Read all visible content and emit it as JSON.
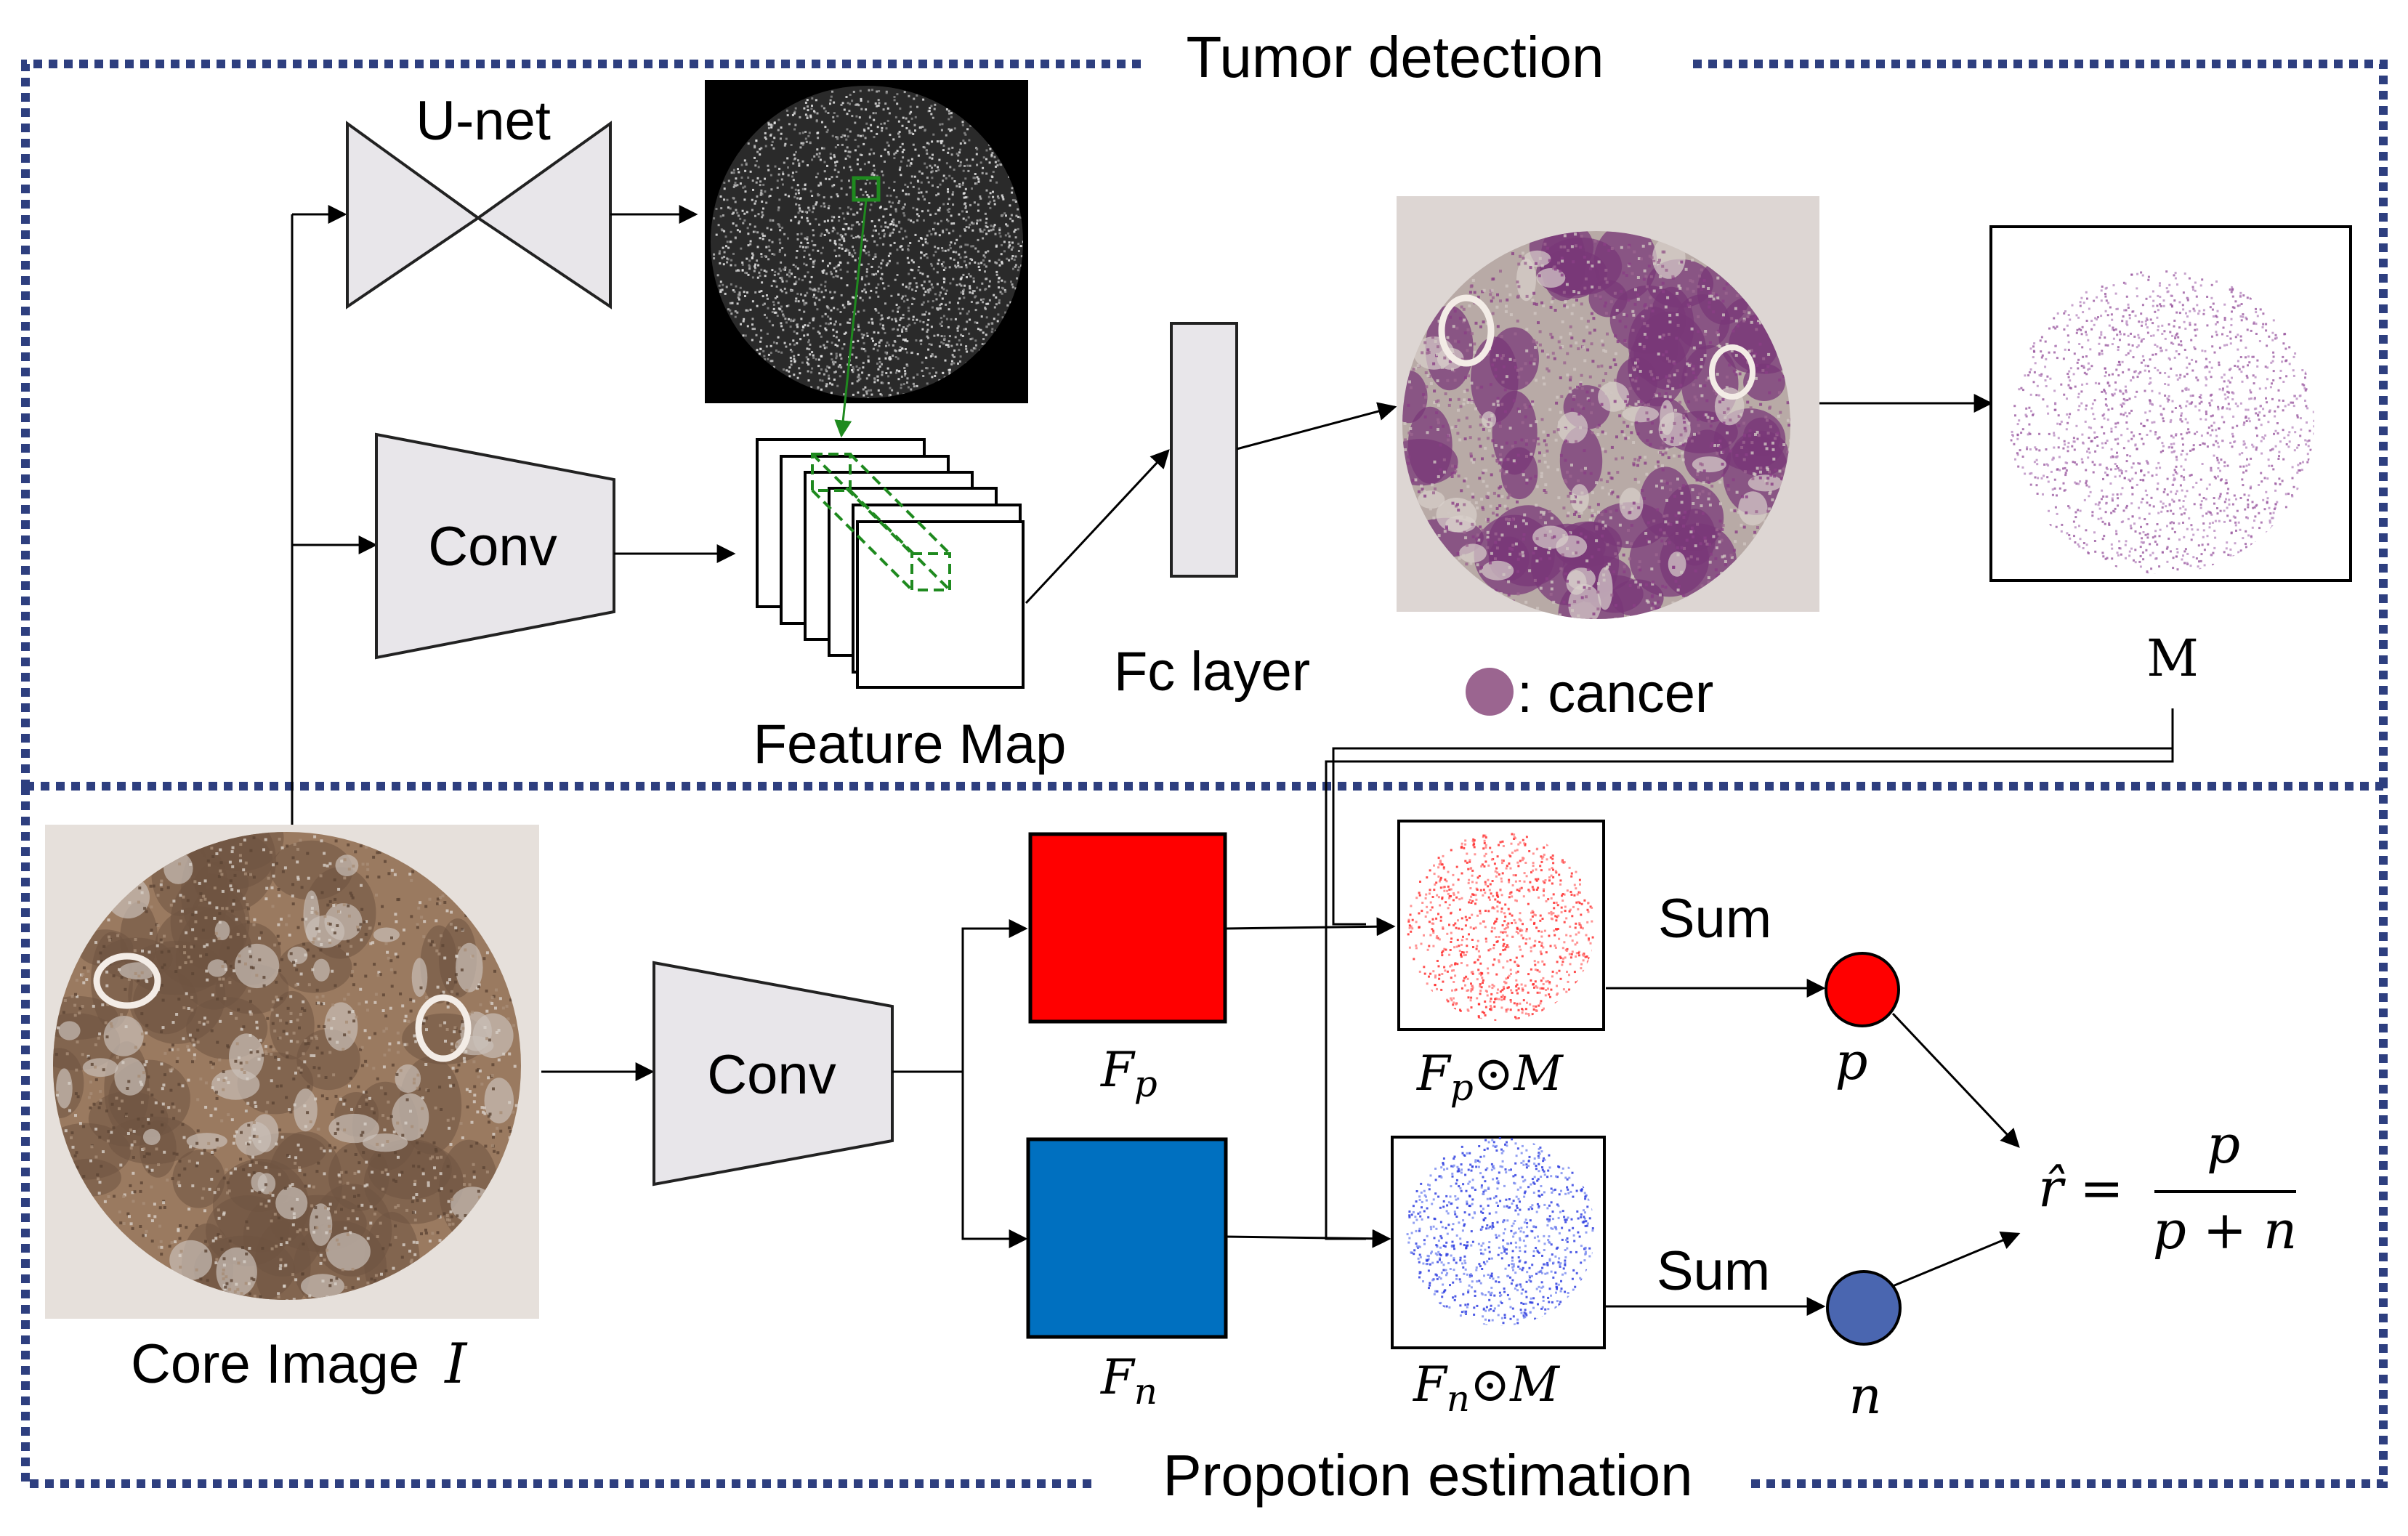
{
  "sections": {
    "top_title": "Tumor detection",
    "bottom_title": "Propotion estimation"
  },
  "labels": {
    "unet": "U-net",
    "conv_top": "Conv",
    "conv_bottom": "Conv",
    "feature_map": "Feature Map",
    "fc_layer": "Fc layer",
    "cancer_legend": ": cancer",
    "mask": "M",
    "core_image": "Core Image",
    "core_image_var": "I",
    "sum_top": "Sum",
    "sum_bottom": "Sum"
  },
  "math": {
    "fp_main": "F",
    "fp_sub": "p",
    "fn_main": "F",
    "fn_sub": "n",
    "fpm_main": "F",
    "fpm_sub": "p",
    "fpm_rest": "⊙M",
    "fnm_main": "F",
    "fnm_sub": "n",
    "fnm_rest": "⊙M",
    "p_node": "p",
    "n_node": "n",
    "ratio_lhs": "r̂ =",
    "ratio_num": "p",
    "ratio_den": "p + n"
  },
  "colors": {
    "border": "#2e3f7f",
    "block_fill": "#e8e6ea",
    "positive_map": "#ff0000",
    "negative_map": "#0070c0",
    "positive_node": "#ff0000",
    "negative_node": "#4a66b0",
    "cancer_dot": "#9b6590",
    "highlight": "#1f8a1f",
    "tissue_brown": "#8a6e55",
    "tissue_purple": "#8a3f86"
  }
}
